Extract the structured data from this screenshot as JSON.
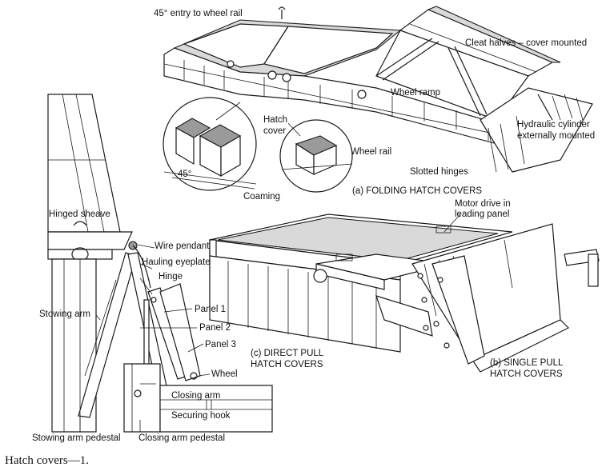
{
  "labels": {
    "entry_45": "45° entry to wheel rail",
    "cleat_halves": "Cleat halves – cover mounted",
    "wheel_ramp": "Wheel ramp",
    "hatch_cover_1": "Hatch",
    "hatch_cover_2": "cover",
    "hydraulic_1": "Hydraulic cylinder",
    "hydraulic_2": "externally mounted",
    "wheel_rail": "Wheel rail",
    "angle_45": "45°",
    "slotted_hinges": "Slotted hinges",
    "coaming": "Coaming",
    "folding_caption": "(a) FOLDING HATCH COVERS",
    "motor_drive_1": "Motor drive in",
    "motor_drive_2": "leading panel",
    "hinged_sheave": "Hinged sheave",
    "wire_pendant": "Wire pendant",
    "hauling_eyeplate": "Hauling eyeplate",
    "hinge": "Hinge",
    "stowing_arm": "Stowing arm",
    "panel_1": "Panel 1",
    "panel_2": "Panel 2",
    "panel_3": "Panel 3",
    "direct_pull_1": "(c) DIRECT PULL",
    "direct_pull_2": "HATCH COVERS",
    "single_pull_1": "(b) SINGLE PULL",
    "single_pull_2": "HATCH COVERS",
    "wheel": "Wheel",
    "closing_arm": "Closing arm",
    "securing_hook": "Securing hook",
    "stowing_arm_pedestal": "Stowing arm pedestal",
    "closing_arm_pedestal": "Closing arm pedestal"
  },
  "caption": "Hatch covers—1."
}
